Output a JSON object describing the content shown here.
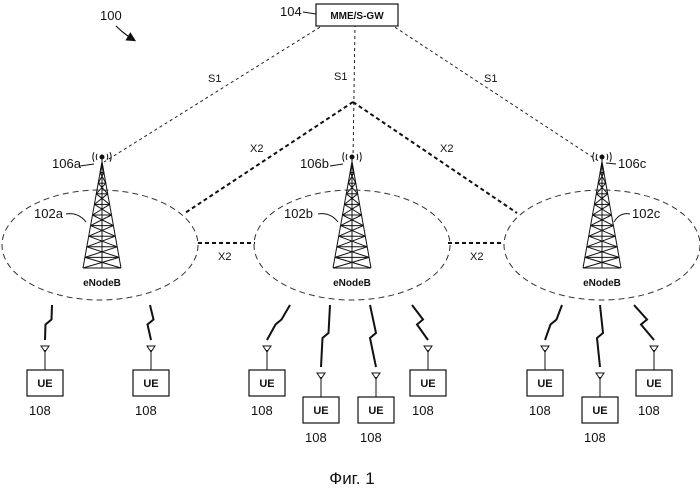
{
  "figure_ref": "100",
  "mme": {
    "ref": "104",
    "label": "MME/S-GW"
  },
  "links": {
    "s1": "S1",
    "x2": "X2"
  },
  "enodebs": [
    {
      "ref": "106a",
      "cell_ref": "102a",
      "label": "eNodeB"
    },
    {
      "ref": "106b",
      "cell_ref": "102b",
      "label": "eNodeB"
    },
    {
      "ref": "106c",
      "cell_ref": "102c",
      "label": "eNodeB"
    }
  ],
  "ue": {
    "label": "UE",
    "ref": "108"
  },
  "ue_count_per_enodeb": [
    2,
    4,
    3
  ],
  "caption": "Фиг. 1"
}
